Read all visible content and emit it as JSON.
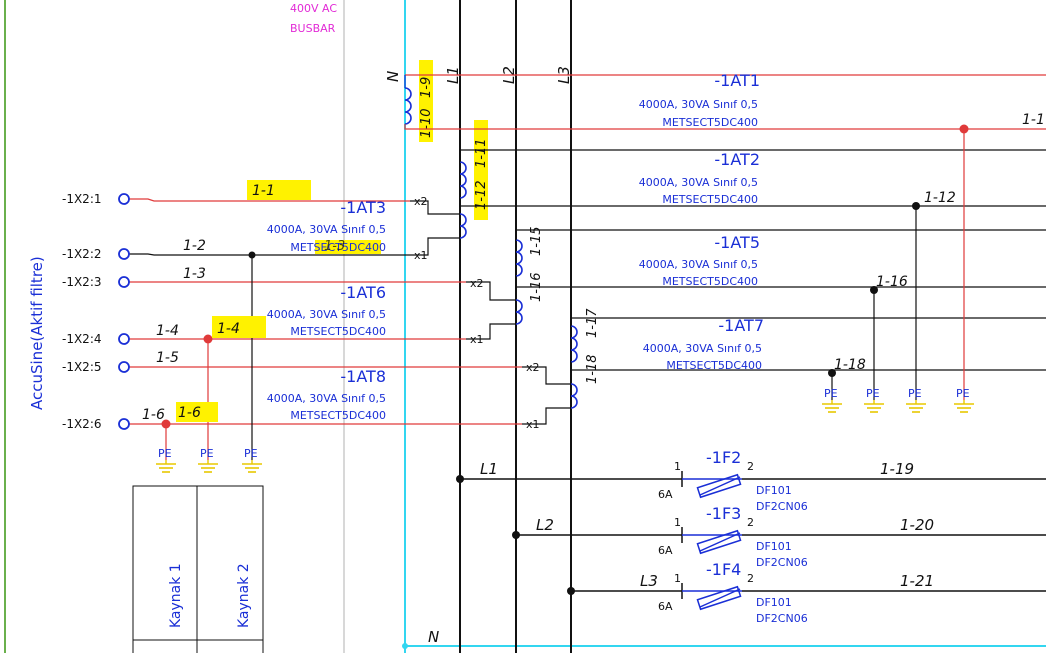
{
  "colors": {
    "red_wire": "#e03a3a",
    "black_wire": "#111111",
    "blue_text": "#1a2fd6",
    "busbar_cyan": "#33d6f0",
    "frame_green": "#6ab04c",
    "pe_ground": "#e8c800",
    "highlight": "#fff200",
    "busbar_label": "#e22ad6"
  },
  "busbar": {
    "line1": "400V AC",
    "line2": "BUSBAR"
  },
  "left_label": "AccuSine(Aktif filtre)",
  "terminals": [
    "-1X2:1",
    "-1X2:2",
    "-1X2:3",
    "-1X2:4",
    "-1X2:5",
    "-1X2:6"
  ],
  "phases": {
    "n": "N",
    "l1": "L1",
    "l2": "L2",
    "l3": "L3",
    "n_bottom": "N"
  },
  "ct_right": [
    {
      "tag": "-1AT1",
      "spec": "4000A, 30VA Sınıf 0,5",
      "model": "METSECT5DC400"
    },
    {
      "tag": "-1AT2",
      "spec": "4000A, 30VA Sınıf 0,5",
      "model": "METSECT5DC400"
    },
    {
      "tag": "-1AT5",
      "spec": "4000A, 30VA Sınıf 0,5",
      "model": "METSECT5DC400"
    },
    {
      "tag": "-1AT7",
      "spec": "4000A, 30VA Sınıf 0,5",
      "model": "METSECT5DC400"
    }
  ],
  "ct_left": [
    {
      "tag": "-1AT3",
      "spec": "4000A, 30VA Sınıf 0,5",
      "model": "METSECT5DC400"
    },
    {
      "tag": "-1AT6",
      "spec": "4000A, 30VA Sınıf 0,5",
      "model": "METSECT5DC400"
    },
    {
      "tag": "-1AT8",
      "spec": "4000A, 30VA Sınıf 0,5",
      "model": "METSECT5DC400"
    }
  ],
  "x_labels": {
    "x1": "x1",
    "x2": "x2"
  },
  "wire_labels": {
    "w1_1": "1-1",
    "w1_2": "1-2",
    "w1_3": "1-3",
    "w1_4": "1-4",
    "w1_4b": "1-4",
    "w1_5": "1-5",
    "w1_6": "1-6",
    "w1_6b": "1-6",
    "w1_12": "1-12",
    "w1_16": "1-16",
    "w1_18": "1-18",
    "w1_19": "1-19",
    "w1_20": "1-20",
    "w1_21": "1-21",
    "w1_trunc": "1-1",
    "v1_10": "1-10",
    "v1_9": "1-9",
    "v1_12": "1-12",
    "v1_11": "1-11",
    "v1_16": "1-16",
    "v1_15": "1-15",
    "v1_18": "1-18",
    "v1_17": "1-17",
    "overlap_13": "1-3"
  },
  "pe": "PE",
  "fuses": [
    {
      "tag": "-1F2",
      "pin1": "1",
      "pin2": "2",
      "rating": "6A",
      "model1": "DF101",
      "model2": "DF2CN06",
      "phase": "L1"
    },
    {
      "tag": "-1F3",
      "pin1": "1",
      "pin2": "2",
      "rating": "6A",
      "model1": "DF101",
      "model2": "DF2CN06",
      "phase": "L2"
    },
    {
      "tag": "-1F4",
      "pin1": "1",
      "pin2": "2",
      "rating": "6A",
      "model1": "DF101",
      "model2": "DF2CN06",
      "phase": "L3"
    }
  ],
  "sources": [
    "Kaynak 1",
    "Kaynak 2"
  ]
}
